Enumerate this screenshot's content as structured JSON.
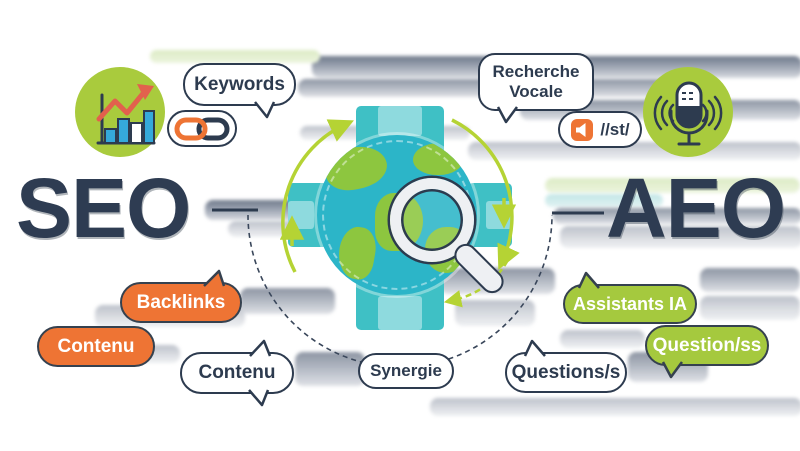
{
  "headings": {
    "seo": "SEO",
    "aeo": "AEO"
  },
  "bubbles": {
    "keywords": "Keywords",
    "recherche_vocale": {
      "line1": "Recherche",
      "line2": "Vocale"
    },
    "voice_pill": "//st/",
    "backlinks": "Backlinks",
    "contenu_left": "Contenu",
    "contenu_center": "Contenu",
    "synergie": "Synergie",
    "questions_s": "Questions/s",
    "assistants_ia": "Assistants IA",
    "question_ss": "Question/ss"
  },
  "icons": {
    "growth_chart": "growth-chart-icon",
    "link": "link-icon",
    "speaker": "speaker-icon",
    "microphone": "microphone-icon",
    "globe": "globe-icon",
    "gear": "gear-icon",
    "magnifier": "magnifier-icon"
  },
  "colors": {
    "navy": "#2d3b4f",
    "orange": "#ee7434",
    "lime": "#a5c93e",
    "teal_gear": "#3fc0c5",
    "globe_ocean": "#2cb5c8",
    "globe_land": "#8dc63f",
    "arrow_green": "#b5d334"
  }
}
